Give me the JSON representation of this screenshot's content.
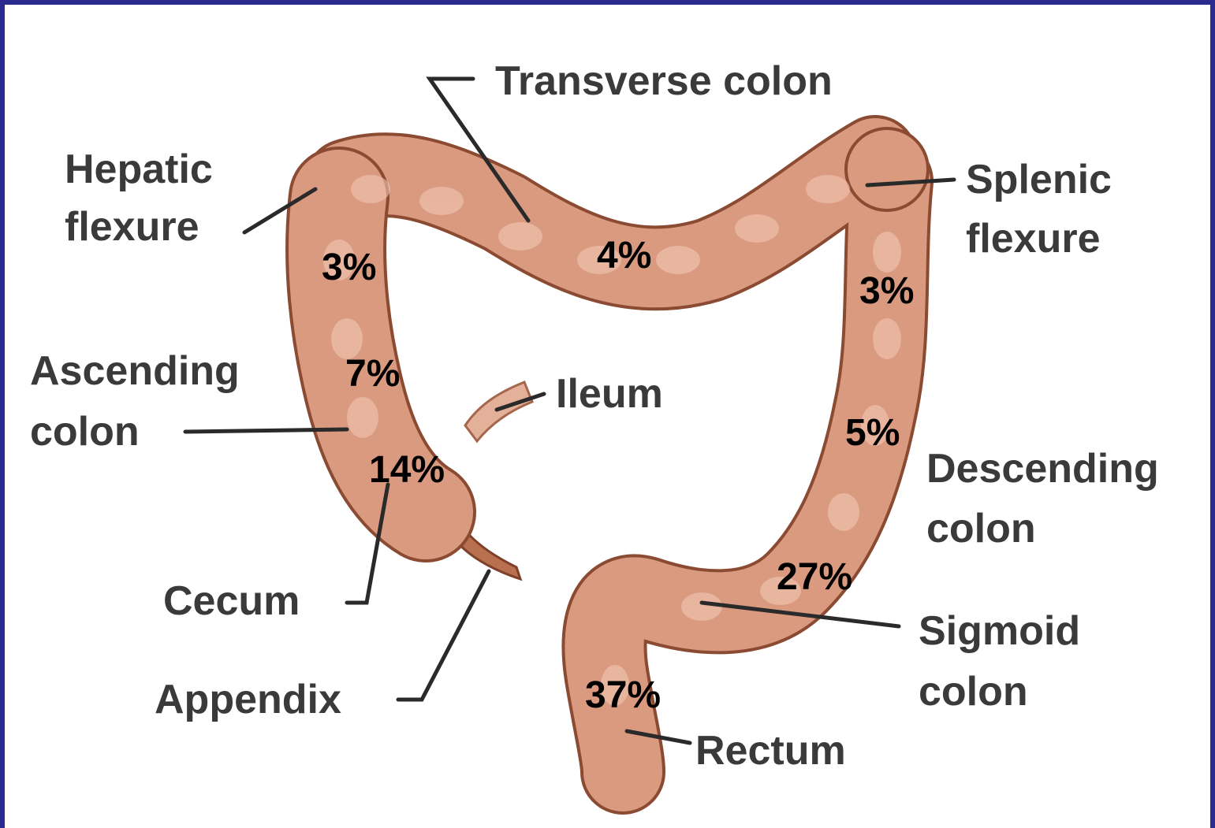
{
  "colors": {
    "border": "#2b2b8f",
    "background": "#ffffff",
    "colon_fill": "#d99a80",
    "colon_stroke": "#8b4a32",
    "label_text": "#3a3a3a",
    "percent_text": "#000000"
  },
  "labels": {
    "transverse_colon": "Transverse colon",
    "hepatic_flexure_1": "Hepatic",
    "hepatic_flexure_2": "flexure",
    "splenic_flexure_1": "Splenic",
    "splenic_flexure_2": "flexure",
    "ascending_colon_1": "Ascending",
    "ascending_colon_2": "colon",
    "ileum": "Ileum",
    "descending_colon_1": "Descending",
    "descending_colon_2": "colon",
    "cecum": "Cecum",
    "sigmoid_colon_1": "Sigmoid",
    "sigmoid_colon_2": "colon",
    "appendix": "Appendix",
    "rectum": "Rectum"
  },
  "percentages": {
    "hepatic_flexure": "3%",
    "transverse": "4%",
    "splenic_flexure": "3%",
    "ascending": "7%",
    "descending": "5%",
    "cecum": "14%",
    "sigmoid": "27%",
    "rectum": "37%"
  }
}
